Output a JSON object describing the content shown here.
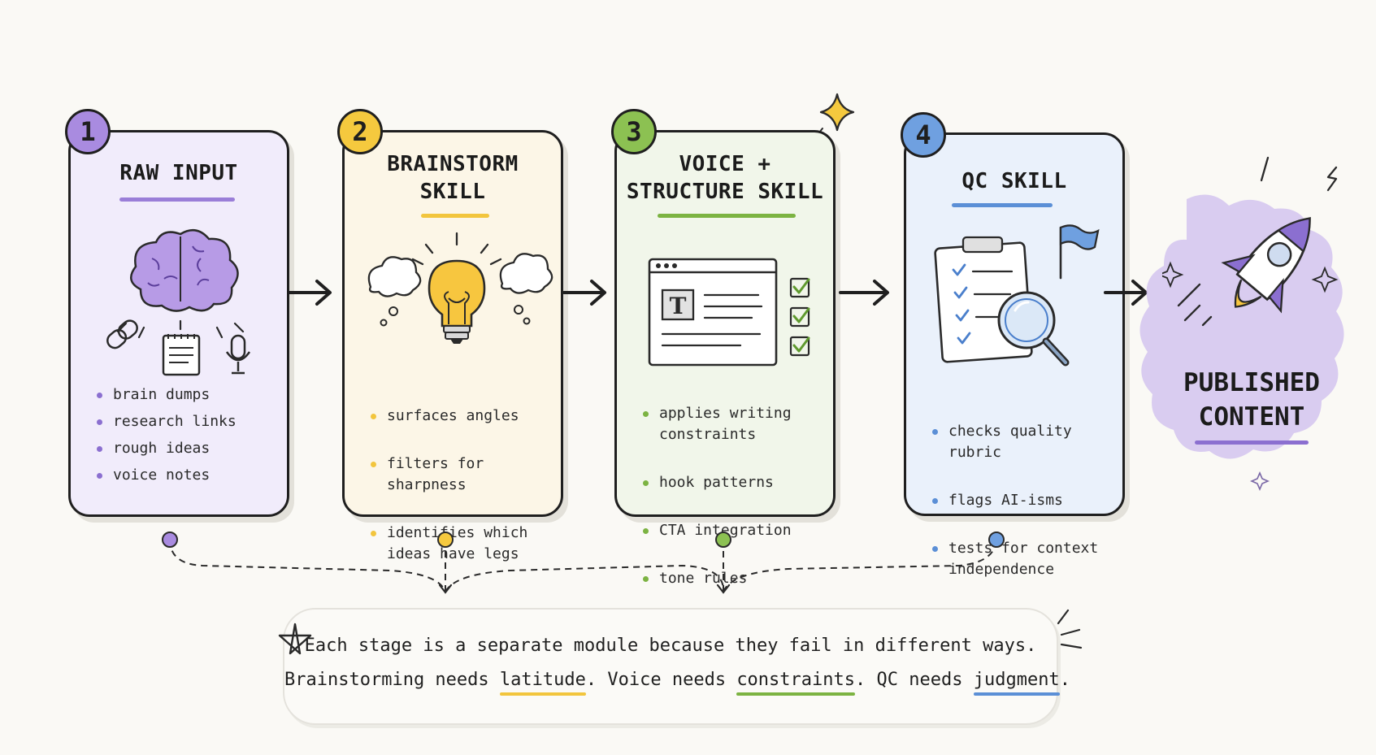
{
  "colors": {
    "purple": "#8b6fd0",
    "yellow": "#f2c53d",
    "green": "#7cb342",
    "blue": "#5b8fd6"
  },
  "stages": [
    {
      "number": "1",
      "title_lines": [
        "RAW INPUT"
      ],
      "icon": "brain-icon",
      "bullets": [
        "brain dumps",
        "research links",
        "rough ideas",
        "voice notes"
      ]
    },
    {
      "number": "2",
      "title_lines": [
        "BRAINSTORM",
        "SKILL"
      ],
      "icon": "lightbulb-icon",
      "bullets": [
        "surfaces angles",
        "filters for sharpness",
        "identifies which\nideas have legs"
      ]
    },
    {
      "number": "3",
      "title_lines": [
        "VOICE +",
        "STRUCTURE SKILL"
      ],
      "icon": "document-icon",
      "bullets": [
        "applies writing\nconstraints",
        "hook patterns",
        "CTA integration",
        "tone rules"
      ]
    },
    {
      "number": "4",
      "title_lines": [
        "QC SKILL"
      ],
      "icon": "clipboard-magnifier-icon",
      "bullets": [
        "checks quality rubric",
        "flags AI-isms",
        "tests for context\nindependence"
      ]
    }
  ],
  "output": {
    "title_lines": [
      "PUBLISHED",
      "CONTENT"
    ],
    "icon": "rocket-icon"
  },
  "note": {
    "line1": "Each stage is a separate module because they fail in different ways.",
    "line2_parts": [
      {
        "text": "Brainstorming needs ",
        "highlight": ""
      },
      {
        "text": "latitude",
        "highlight": "yellow"
      },
      {
        "text": ". Voice needs ",
        "highlight": ""
      },
      {
        "text": "constraints",
        "highlight": "green"
      },
      {
        "text": ". QC needs ",
        "highlight": ""
      },
      {
        "text": "judgment",
        "highlight": "blue"
      },
      {
        "text": ".",
        "highlight": ""
      }
    ]
  }
}
